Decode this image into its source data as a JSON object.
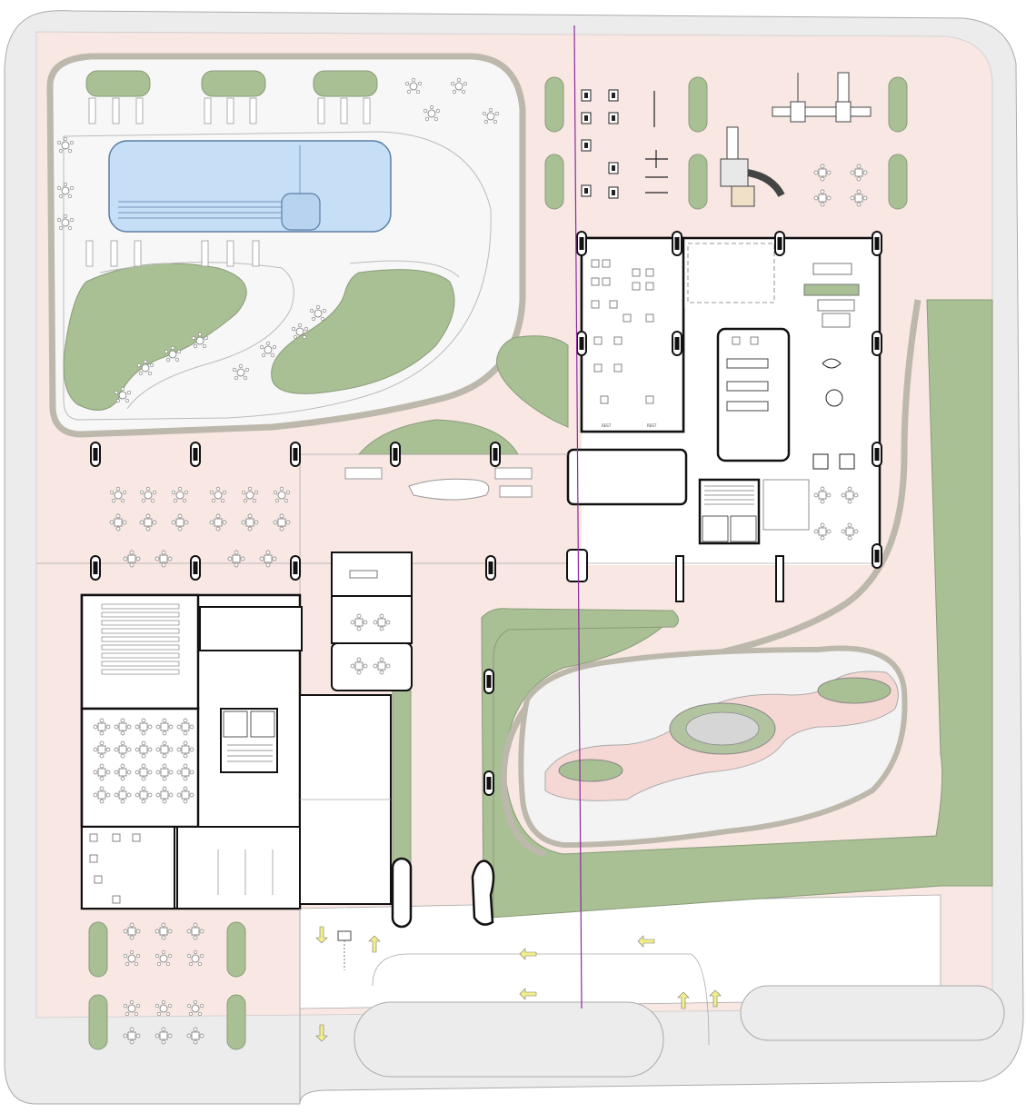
{
  "labels": {
    "treadmill_label_1": "REST",
    "treadmill_label_2": "REST"
  },
  "colors": {
    "paving": "#f8e7e3",
    "lawn": "#a9bf94",
    "lawn_dark": "#97ad84",
    "pool": "#c6def6",
    "pool_edge": "#5c7fa6",
    "curb": "#d6d2c8",
    "road": "#ececec",
    "wall": "#111111",
    "line": "#8c8c8c",
    "axis": "#8e2aa0",
    "arrow": "#f3f08a"
  },
  "arrows": [
    {
      "name": "arrow-up-entry",
      "dir": "up"
    },
    {
      "name": "arrow-down-entry",
      "dir": "down"
    },
    {
      "name": "arrow-left-road-1",
      "dir": "left"
    },
    {
      "name": "arrow-left-road-2",
      "dir": "left"
    },
    {
      "name": "arrow-left-road-3",
      "dir": "left"
    },
    {
      "name": "arrow-up-road-1",
      "dir": "up"
    },
    {
      "name": "arrow-up-road-2",
      "dir": "up"
    },
    {
      "name": "arrow-down-road",
      "dir": "down"
    }
  ]
}
